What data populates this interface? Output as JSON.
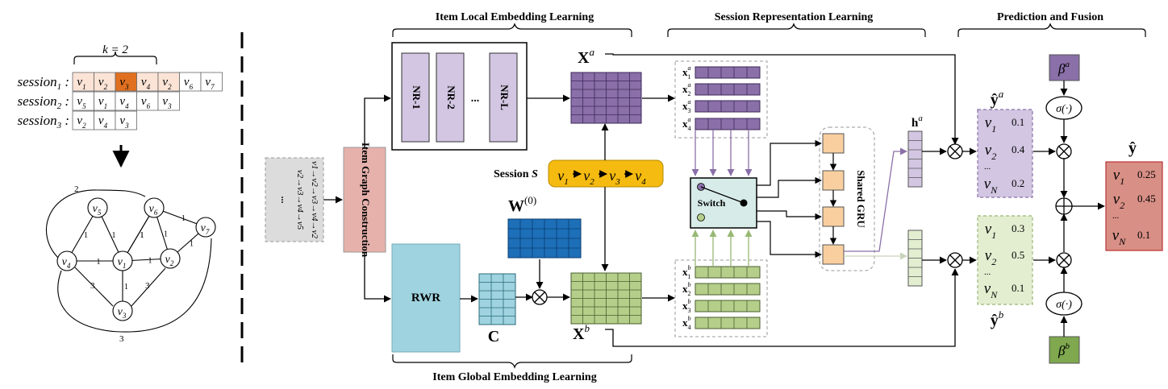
{
  "left_panel": {
    "k_label": "k = 2",
    "sessions": [
      {
        "name": "session",
        "sub": "1",
        "items": [
          {
            "v": "v",
            "sub": "1"
          },
          {
            "v": "v",
            "sub": "2"
          },
          {
            "v": "v",
            "sub": "3"
          },
          {
            "v": "v",
            "sub": "4"
          },
          {
            "v": "v",
            "sub": "2"
          },
          {
            "v": "v",
            "sub": "6"
          },
          {
            "v": "v",
            "sub": "7"
          }
        ]
      },
      {
        "name": "session",
        "sub": "2",
        "items": [
          {
            "v": "v",
            "sub": "5"
          },
          {
            "v": "v",
            "sub": "1"
          },
          {
            "v": "v",
            "sub": "4"
          },
          {
            "v": "v",
            "sub": "6"
          },
          {
            "v": "v",
            "sub": "3"
          }
        ]
      },
      {
        "name": "session",
        "sub": "3",
        "items": [
          {
            "v": "v",
            "sub": "2"
          },
          {
            "v": "v",
            "sub": "4"
          },
          {
            "v": "v",
            "sub": "3"
          }
        ]
      }
    ],
    "graph_nodes": [
      {
        "label": "v",
        "sub": "5"
      },
      {
        "label": "v",
        "sub": "6"
      },
      {
        "label": "v",
        "sub": "7"
      },
      {
        "label": "v",
        "sub": "4"
      },
      {
        "label": "v",
        "sub": "1"
      },
      {
        "label": "v",
        "sub": "2"
      },
      {
        "label": "v",
        "sub": "3"
      }
    ],
    "edge_weights": [
      "2",
      "1",
      "1",
      "1",
      "1",
      "1",
      "1",
      "1",
      "1",
      "1",
      "1",
      "1",
      "3",
      "3",
      "3"
    ]
  },
  "headers": {
    "local": "Item Local Embedding Learning",
    "global": "Item Global Embedding Learning",
    "session_rep": "Session Representation Learning",
    "prediction": "Prediction and Fusion"
  },
  "graph_construction": "Item Graph Construction",
  "input_sequences": [
    "v1→v2→v3→v4→v2",
    "v2→v3→v4→v5",
    "..."
  ],
  "nr_layers": [
    "NR-1",
    "NR-2",
    "...",
    "NR-L"
  ],
  "rwr": "RWR",
  "session_label": {
    "text": "Session",
    "var": "S"
  },
  "session_chain": [
    {
      "v": "v",
      "sub": "1"
    },
    {
      "v": "v",
      "sub": "2"
    },
    {
      "v": "v",
      "sub": "3"
    },
    {
      "v": "v",
      "sub": "4"
    }
  ],
  "matrices": {
    "xa": {
      "base": "X",
      "sup": "a"
    },
    "xb": {
      "base": "X",
      "sup": "b"
    },
    "w0": {
      "base": "W",
      "sup": "(0)"
    },
    "c": "C"
  },
  "row_labels_a": [
    {
      "sub": "1",
      "sup": "a"
    },
    {
      "sub": "2",
      "sup": "a"
    },
    {
      "sub": "3",
      "sup": "a"
    },
    {
      "sub": "4",
      "sup": "a"
    }
  ],
  "row_labels_b": [
    {
      "sub": "1",
      "sup": "b"
    },
    {
      "sub": "2",
      "sup": "b"
    },
    {
      "sub": "3",
      "sup": "b"
    },
    {
      "sub": "4",
      "sup": "b"
    }
  ],
  "switch": "Switch",
  "shared_gru": "Shared GRU",
  "hidden": {
    "ha": {
      "base": "h",
      "sup": "a"
    },
    "hb": {
      "base": "h",
      "sup": "b"
    }
  },
  "scores_a": {
    "label": {
      "base": "ŷ",
      "sup": "a"
    },
    "rows": [
      {
        "v": "v",
        "sub": "1",
        "val": "0.1"
      },
      {
        "v": "v",
        "sub": "2",
        "val": "0.4"
      },
      {
        "v": "v",
        "sub": "N",
        "val": "0.2"
      }
    ]
  },
  "scores_b": {
    "label": {
      "base": "ŷ",
      "sup": "b"
    },
    "rows": [
      {
        "v": "v",
        "sub": "1",
        "val": "0.3"
      },
      {
        "v": "v",
        "sub": "2",
        "val": "0.5"
      },
      {
        "v": "v",
        "sub": "N",
        "val": "0.1"
      }
    ]
  },
  "scores_final": {
    "label": "ŷ",
    "rows": [
      {
        "v": "v",
        "sub": "1",
        "val": "0.25"
      },
      {
        "v": "v",
        "sub": "2",
        "val": "0.45"
      },
      {
        "v": "v",
        "sub": "N",
        "val": "0.1"
      }
    ]
  },
  "betas": {
    "a": {
      "base": "β",
      "sup": "a"
    },
    "b": {
      "base": "β",
      "sup": "b"
    }
  },
  "sigma": "σ(·)",
  "ellipsis": "...",
  "colors": {
    "purple": "#8a6fa8",
    "purple_light": "#d2c6e2",
    "green": "#b5cf8a",
    "green_light": "#e3eed1",
    "blue": "#1d6fb8",
    "cyan": "#9fd3e0",
    "pink": "#e6b1ab",
    "orange": "#e07020",
    "peach": "#f9cf9f",
    "gold": "#f5bb10",
    "red": "#d88f86",
    "switch": "#d7ece8"
  }
}
